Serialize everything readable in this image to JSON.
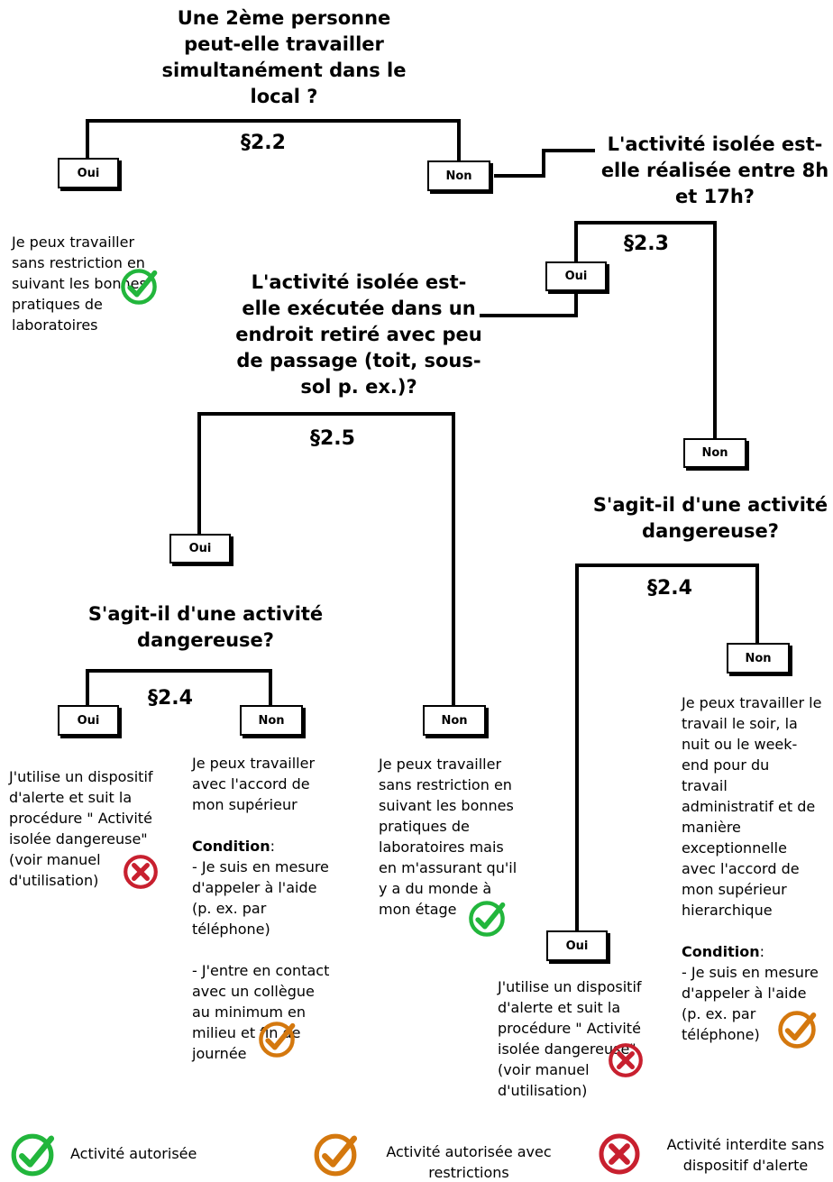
{
  "questions": {
    "q1": "Une 2ème personne\npeut-elle travailler\nsimultanément dans le\nlocal ?",
    "q2": "L'activité isolée est-\nelle réalisée entre 8h\net 17h?",
    "q3": "L'activité isolée est-\nelle exécutée dans un\nendroit retiré avec peu\nde passage (toit, sous-\nsol p. ex.)?",
    "q4": "S'agit-il d'une activité\ndangereuse?",
    "q5": "S'agit-il d'une activité\ndangereuse?"
  },
  "sections": {
    "s22": "§2.2",
    "s23": "§2.3",
    "s25": "§2.5",
    "s24_right": "§2.4",
    "s24_left": "§2.4"
  },
  "answers": {
    "oui": "Oui",
    "non": "Non"
  },
  "outcomes": {
    "o1": "Je peux travailler\nsans restriction en\nsuivant les bonnes\npratiques de\nlaboratoires",
    "o2": "J'utilise un dispositif\nd'alerte et suit la\nprocédure \" Activité\nisolée dangereuse\"\n(voir manuel\nd'utilisation)",
    "o3_main": "Je peux travailler\navec l'accord de\nmon  supérieur",
    "o3_condition_label": "Condition",
    "o3_condition_colon": ":",
    "o3_rest": "- Je suis en mesure\nd'appeler à l'aide\n(p. ex. par\ntéléphone)\n\n- J'entre en contact\navec un collègue\nau minimum en\nmilieu et fin de\njournée",
    "o4": "Je peux travailler\nsans restriction en\nsuivant les bonnes\npratiques de\nlaboratoires mais\nen m'assurant qu'il\ny  a du monde à\nmon étage",
    "o5": "J'utilise un dispositif\nd'alerte et suit la\nprocédure \" Activité\nisolée dangereuse\"\n(voir manuel\nd'utilisation)",
    "o6_main": "Je peux travailler le\ntravail le soir, la\nnuit ou le week-\nend  pour du\ntravail\nadministratif et de\nmanière\nexceptionnelle\navec l'accord de\nmon supérieur\nhierarchique",
    "o6_condition_label": "Condition",
    "o6_condition_colon": ":",
    "o6_rest": "- Je suis en mesure\nd'appeler à l'aide\n(p. ex. par\ntéléphone)"
  },
  "legend": {
    "allowed": "Activité autorisée",
    "restricted": "Activité autorisée avec\nrestrictions",
    "forbidden": "Activité interdite sans\ndispositif d'alerte"
  },
  "colors": {
    "allowed": "#22b63c",
    "restricted": "#d4780e",
    "forbidden": "#c8202f",
    "line": "#000000"
  },
  "icons": {
    "allowed": "check-circle-icon",
    "restricted": "check-circle-icon",
    "forbidden": "cross-circle-icon"
  }
}
